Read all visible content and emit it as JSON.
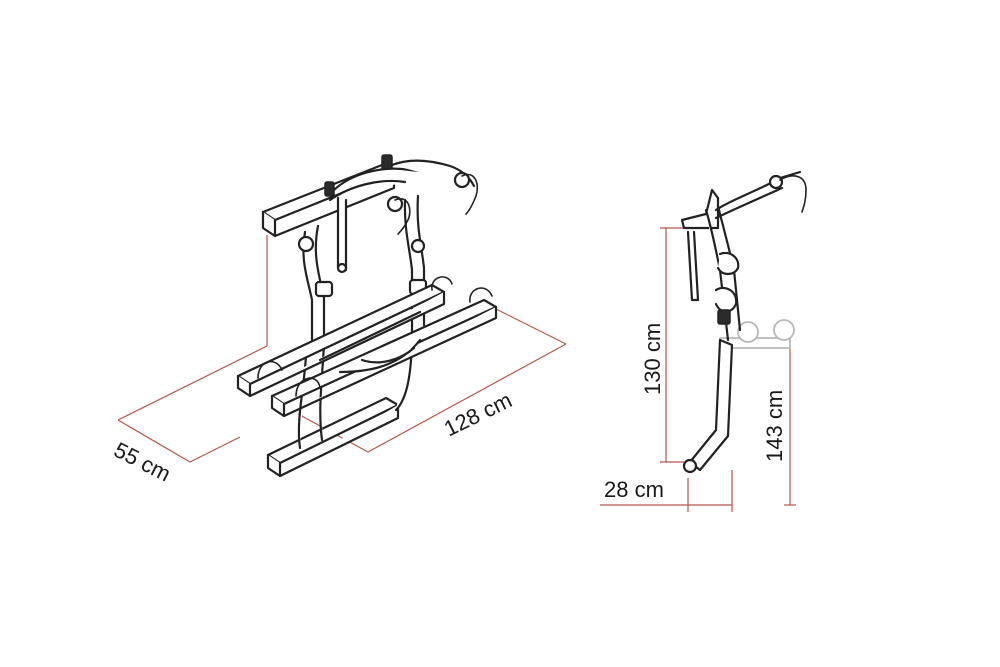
{
  "dimensions": {
    "depth_label": "55 cm",
    "width_label": "128 cm",
    "rack_height_label": "130 cm",
    "offset_label": "28 cm",
    "total_height_label": "143 cm"
  },
  "colors": {
    "dimension_line": "#b5564b",
    "outline": "#222222",
    "ghost_outline": "#b8b8b8",
    "background": "#ffffff"
  }
}
